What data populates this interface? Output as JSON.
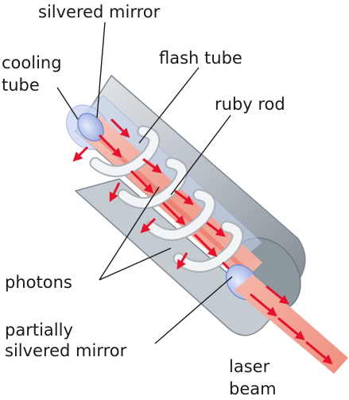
{
  "labels": {
    "silvered_mirror": "silvered mirror",
    "cooling_tube_line1": "cooling",
    "cooling_tube_line2": "tube",
    "flash_tube": "flash tube",
    "ruby_rod": "ruby rod",
    "photons": "photons",
    "partial_mirror_line1": "partially",
    "partial_mirror_line2": "silvered mirror",
    "laser_beam_line1": "laser",
    "laser_beam_line2": "beam"
  },
  "colors": {
    "outer_tube": "#b9c0c6",
    "outer_tube_dark": "#7f8990",
    "cooling_glass": "#c9d5f0",
    "mirror": "#b7c6f0",
    "ruby": "#ef9c8c",
    "ruby_core": "#e84a3c",
    "photon_arrow": "#e8102a",
    "flash_coil": "#f2f4f6",
    "coil_shadow": "#a9b2b9",
    "text": "#1a1a1a"
  }
}
